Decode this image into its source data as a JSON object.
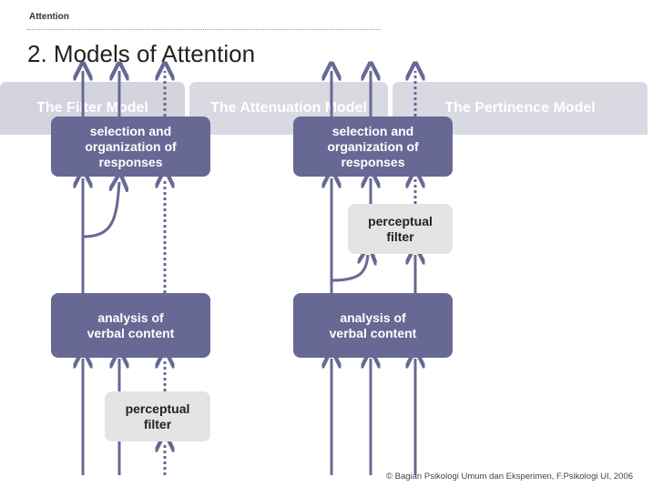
{
  "header": {
    "label": "Attention"
  },
  "slide": {
    "title": "2. Models of Attention"
  },
  "tabs": [
    {
      "label": "The Filter Model"
    },
    {
      "label": "The Attenuation Model"
    },
    {
      "label": "The Pertinence Model"
    }
  ],
  "left_model": {
    "top_box": [
      "selection and",
      "organization of",
      "responses"
    ],
    "middle_box": [
      "analysis of",
      "verbal content"
    ],
    "filter_box": [
      "perceptual",
      "filter"
    ]
  },
  "right_model": {
    "top_box": [
      "selection and",
      "organization of",
      "responses"
    ],
    "filter_box": [
      "perceptual",
      "filter"
    ],
    "bottom_box": [
      "analysis of",
      "verbal content"
    ]
  },
  "footer": {
    "copyright": "© Bagian Psikologi Umum dan Eksperimen, F.Psikologi UI, 2006"
  },
  "colors": {
    "box_fill": "#686895",
    "filter_fill": "#e4e4e4",
    "arrow": "#686895",
    "tab_fill": "#d9d9e2"
  }
}
